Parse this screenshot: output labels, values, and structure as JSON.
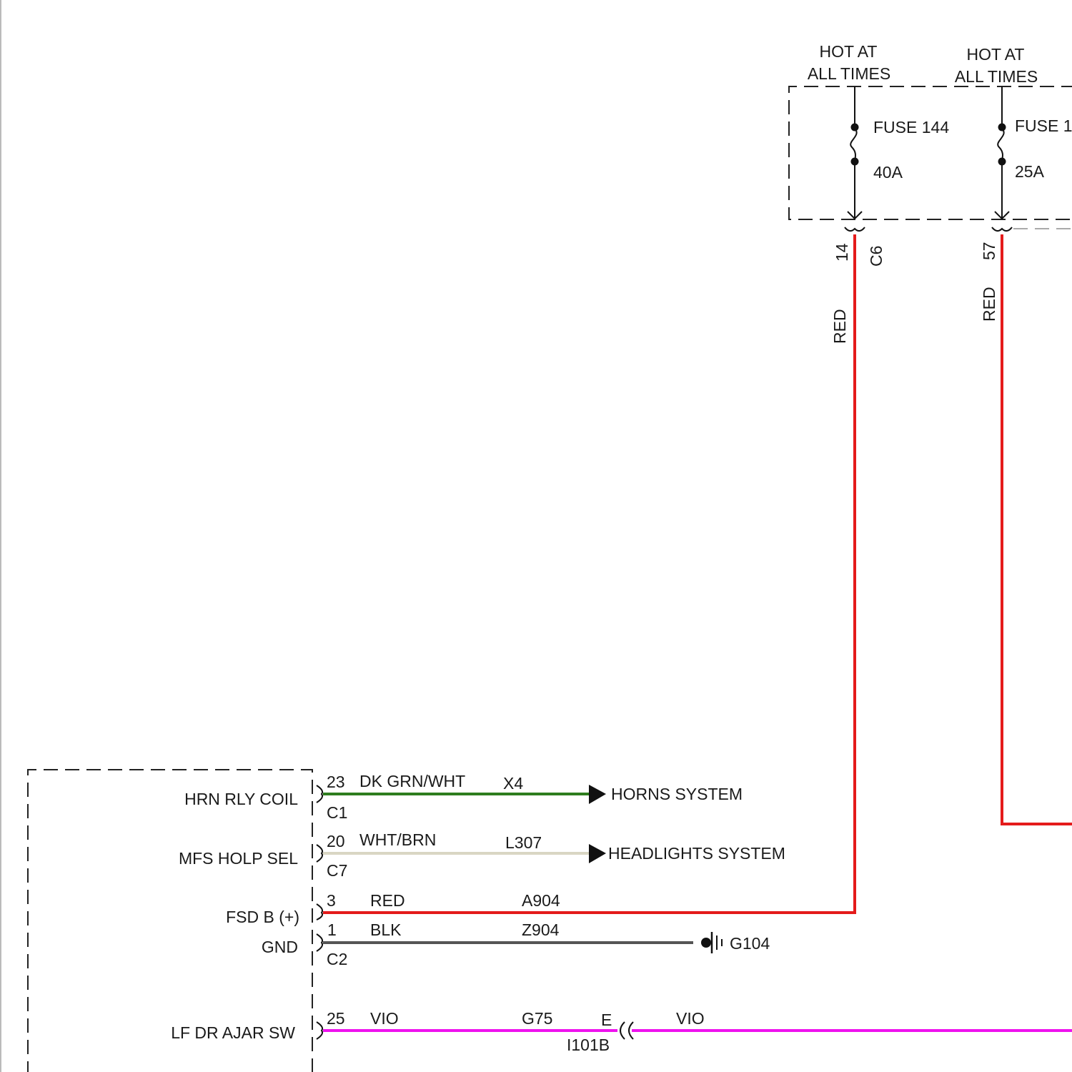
{
  "colors": {
    "red": "#e41b1b",
    "dk_grn_wht": "#2e7d1e",
    "wht_brn": "#d9d6c3",
    "blk": "#555555",
    "vio": "#ee12ee",
    "outline": "#222222"
  },
  "fuse_block": {
    "feeds": [
      {
        "hot_line1": "HOT AT",
        "hot_line2": "ALL TIMES",
        "fuse": "FUSE 144",
        "rating": "40A",
        "pin": "14",
        "connector": "C6",
        "wire_color": "RED"
      },
      {
        "hot_line1": "HOT AT",
        "hot_line2": "ALL TIMES",
        "fuse": "FUSE 1",
        "rating": "25A",
        "pin": "57",
        "wire_color": "RED"
      }
    ]
  },
  "module": {
    "circuits": [
      {
        "name": "HRN RLY COIL",
        "pin": "23",
        "connector": "C1",
        "wire_color": "DK GRN/WHT",
        "circuit": "X4",
        "destination": "HORNS SYSTEM"
      },
      {
        "name": "MFS HOLP SEL",
        "pin": "20",
        "connector": "C7",
        "wire_color": "WHT/BRN",
        "circuit": "L307",
        "destination": "HEADLIGHTS SYSTEM"
      },
      {
        "name": "FSD B (+)",
        "pin": "3",
        "wire_color": "RED",
        "circuit": "A904"
      },
      {
        "name": "GND",
        "pin": "1",
        "connector": "C2",
        "wire_color": "BLK",
        "circuit": "Z904",
        "ground": "G104"
      },
      {
        "name": "LF DR AJAR SW",
        "pin": "25",
        "wire_color": "VIO",
        "circuit": "G75",
        "inline_pin": "E",
        "inline_connector": "I101B",
        "wire_color_after": "VIO"
      }
    ]
  },
  "icons": [
    "fuse-icon",
    "connector-icon",
    "arrow-icon",
    "ground-icon",
    "inline-connector-icon"
  ]
}
